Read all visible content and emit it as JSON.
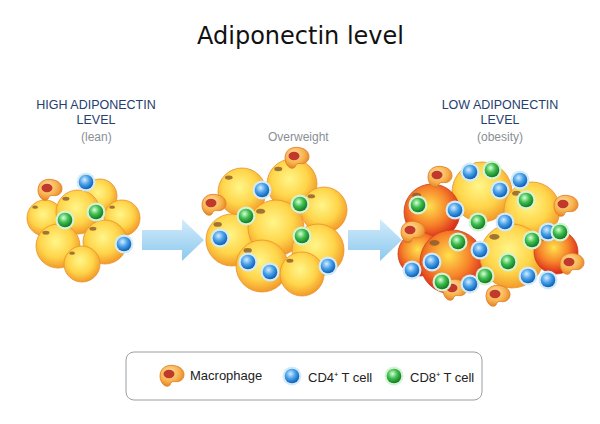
{
  "diagram": {
    "title": "Adiponectin level",
    "labels": [
      "HIGH ADIPONECTIN LEVEL",
      "(lean)",
      "Overweight",
      "LOW ADIPONECTIN LEVEL",
      "(obesity)"
    ],
    "legend": [
      {
        "text": "Macrophage"
      },
      {
        "text": "CD4⁺ T cell"
      },
      {
        "text": "CD8⁺ T cell"
      }
    ]
  }
}
